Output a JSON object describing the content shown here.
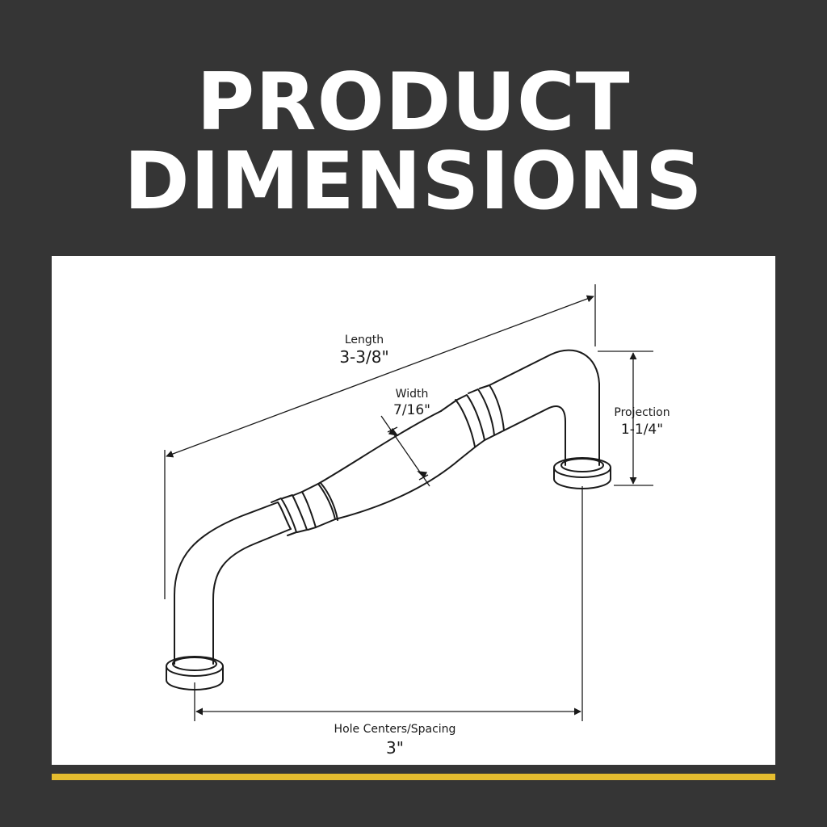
{
  "heading": {
    "line1": "PRODUCT",
    "line2": "DIMENSIONS"
  },
  "dimensions": {
    "length": {
      "label": "Length",
      "value": "3-3/8\""
    },
    "width": {
      "label": "Width",
      "value": "7/16\""
    },
    "projection": {
      "label": "Projection",
      "value": "1-1/4\""
    },
    "hole_spacing": {
      "label": "Hole Centers/Spacing",
      "value": "3\""
    }
  },
  "colors": {
    "background": "#353535",
    "panel": "#ffffff",
    "accent_line": "#e5bd2f",
    "title_text": "#ffffff",
    "drawing_ink": "#1a1a1a"
  }
}
